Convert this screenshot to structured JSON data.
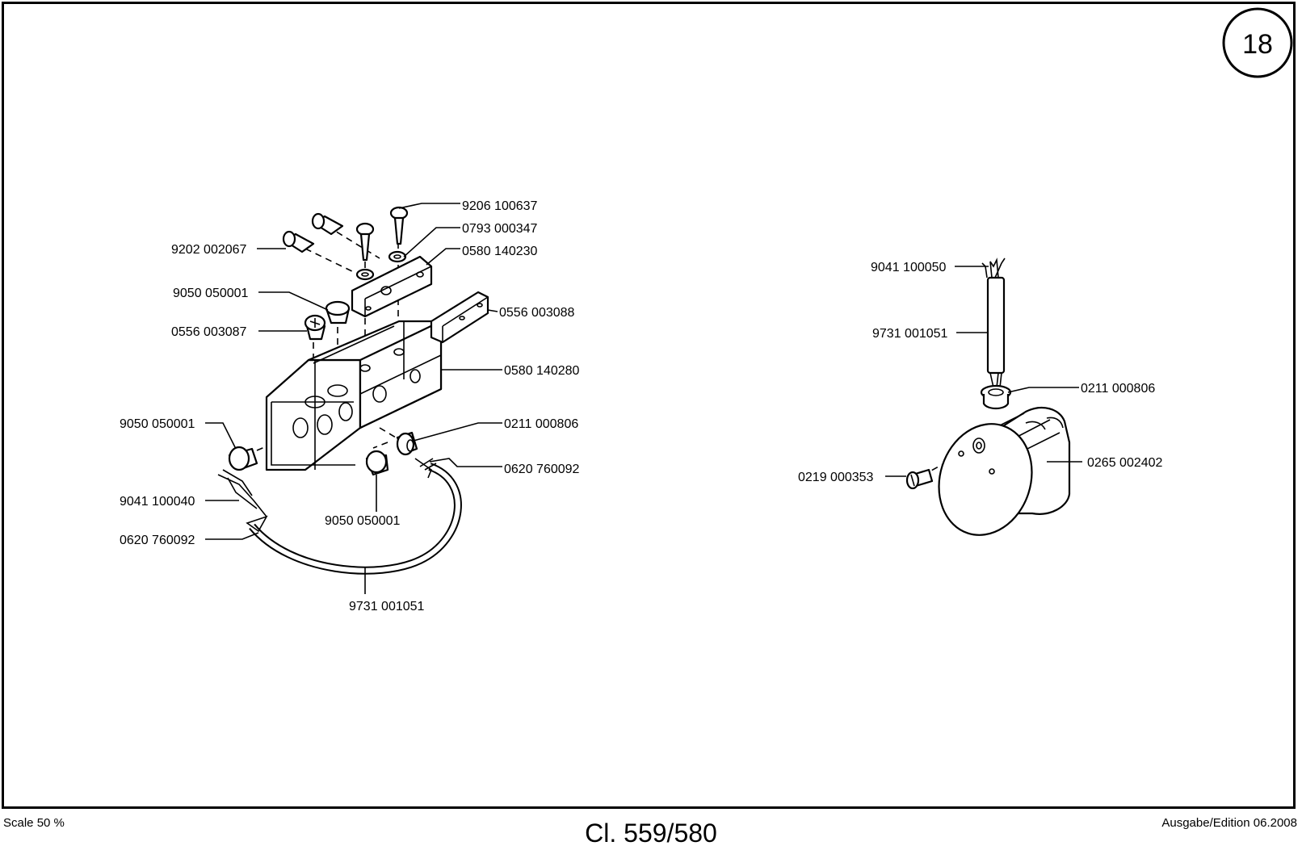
{
  "sheet": {
    "page_number": "18",
    "scale": "Scale 50 %",
    "model": "Cl. 559/580",
    "edition": "Ausgabe/Edition 06.2008"
  },
  "left_assembly": {
    "labels": [
      {
        "id": "l1",
        "text": "9206 100637"
      },
      {
        "id": "l2",
        "text": "0793 000347"
      },
      {
        "id": "l3",
        "text": "9202 002067"
      },
      {
        "id": "l4",
        "text": "0580 140230"
      },
      {
        "id": "l5",
        "text": "9050 050001"
      },
      {
        "id": "l6",
        "text": "0556 003088"
      },
      {
        "id": "l7",
        "text": "0556 003087"
      },
      {
        "id": "l8",
        "text": "0580 140280"
      },
      {
        "id": "l9",
        "text": "9050 050001"
      },
      {
        "id": "l10",
        "text": "0211 000806"
      },
      {
        "id": "l11",
        "text": "0620 760092"
      },
      {
        "id": "l12",
        "text": "9041 100040"
      },
      {
        "id": "l13",
        "text": "9050 050001"
      },
      {
        "id": "l14",
        "text": "0620 760092"
      },
      {
        "id": "l15",
        "text": "9731 001051"
      }
    ]
  },
  "right_assembly": {
    "labels": [
      {
        "id": "r1",
        "text": "9041 100050"
      },
      {
        "id": "r2",
        "text": "9731 001051"
      },
      {
        "id": "r3",
        "text": "0211 000806"
      },
      {
        "id": "r4",
        "text": "0265 002402"
      },
      {
        "id": "r5",
        "text": "0219 000353"
      }
    ]
  }
}
